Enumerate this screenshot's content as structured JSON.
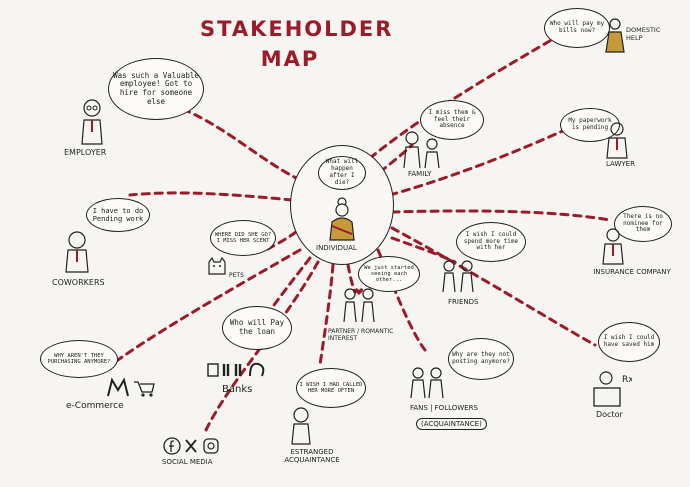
{
  "title_line1": "STAKEHOLDER",
  "title_line2": "MAP",
  "center": {
    "label": "INDIVIDUAL",
    "thought": "What will happen after I die?"
  },
  "stakeholders": {
    "employer": {
      "label": "EMPLOYER",
      "quote": "Was such a Valuable employee! Got to hire for someone else"
    },
    "coworkers": {
      "label": "COWORKERS",
      "quote": "I have to do Pending work"
    },
    "pets": {
      "label": "PETS",
      "quote": "WHERE DID SHE GO? I MISS HER SCENT"
    },
    "ecommerce": {
      "label": "e-Commerce",
      "quote": "WHY AREN'T THEY PURCHASING ANYMORE?"
    },
    "banks": {
      "label": "Banks",
      "quote": "Who will Pay the loan"
    },
    "social_media": {
      "label": "SOCIAL MEDIA"
    },
    "estranged": {
      "label": "ESTRANGED ACQUAINTANCE",
      "quote": "I WISH I HAD CALLED HER MORE OFTEN"
    },
    "partner": {
      "label": "PARTNER / ROMANTIC INTEREST",
      "quote": "We just started seeing each other..."
    },
    "fans": {
      "label": "FANS | FOLLOWERS",
      "sublabel": "(ACQUAINTANCE)",
      "quote": "Why are they not posting anymore?"
    },
    "friends": {
      "label": "FRIENDS",
      "quote": "I wish I could spend more time with her"
    },
    "doctor": {
      "label": "Doctor",
      "quote": "I wish I could have saved him"
    },
    "insurance": {
      "label": "INSURANCE COMPANY",
      "quote": "There is no nominee for them"
    },
    "lawyer": {
      "label": "LAWYER",
      "quote": "My paperwork is pending"
    },
    "family": {
      "label": "FAMILY",
      "quote": "I miss them & feel their absence"
    },
    "domestic": {
      "label": "DOMESTIC HELP",
      "quote": "Who will pay my bills now?"
    }
  },
  "colors": {
    "accent": "#9b1b2b",
    "ink": "#222222",
    "paper": "#f6f5f1"
  }
}
